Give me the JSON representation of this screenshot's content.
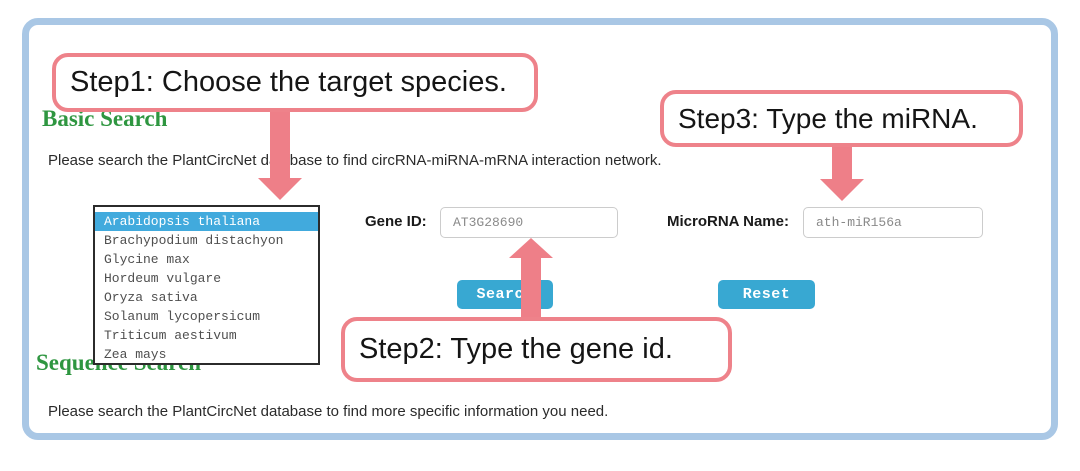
{
  "colors": {
    "frame-border": "#a9c7e5",
    "callout-border": "#ee828a",
    "arrow": "#ee7f88",
    "heading-green": "#2e9640",
    "button-bg": "#38a8d2",
    "selected-bg": "#41aadd",
    "input-text": "#8a8a8a",
    "list-text": "#4f4f4f"
  },
  "annotations": {
    "step1": {
      "label": "Step1: Choose the target species."
    },
    "step2": {
      "label": "Step2: Type the gene id."
    },
    "step3": {
      "label": "Step3: Type the miRNA."
    }
  },
  "basic_search": {
    "title": "Basic Search",
    "description": "Please search the PlantCircNet database to find circRNA-miRNA-mRNA interaction network.",
    "species": [
      "Arabidopsis thaliana",
      "Brachypodium distachyon",
      "Glycine max",
      "Hordeum vulgare",
      "Oryza sativa",
      "Solanum lycopersicum",
      "Triticum aestivum",
      "Zea mays"
    ],
    "selected_species": "Arabidopsis thaliana",
    "gene_id": {
      "label": "Gene ID:",
      "value": "AT3G28690"
    },
    "microrna": {
      "label": "MicroRNA Name:",
      "value": "ath-miR156a"
    },
    "buttons": {
      "search": "Search",
      "reset": "Reset"
    }
  },
  "sequence_search": {
    "title": "Sequence Search",
    "description": "Please search the PlantCircNet database to find more specific information you need."
  }
}
